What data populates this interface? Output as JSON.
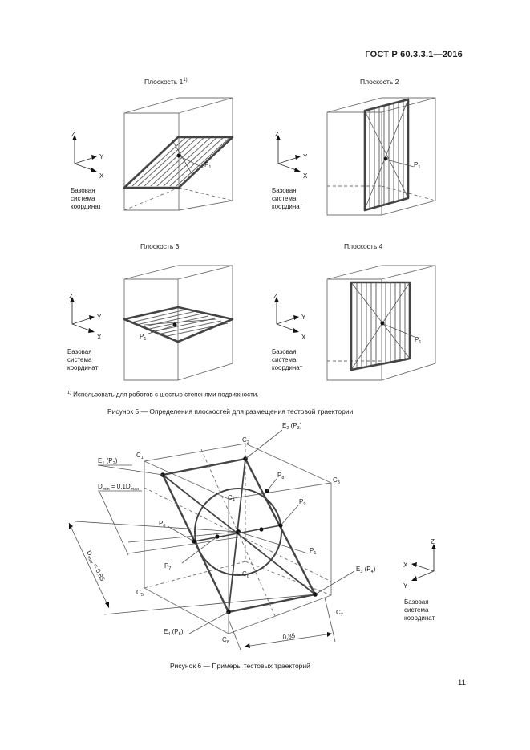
{
  "header": {
    "doc_code": "ГОСТ Р 60.3.3.1—2016"
  },
  "figure5": {
    "planes": [
      {
        "title": "Плоскость 1",
        "sup": "1)",
        "point": "P",
        "point_sub": "1"
      },
      {
        "title": "Плоскость 2",
        "sup": "",
        "point": "P",
        "point_sub": "1"
      },
      {
        "title": "Плоскость 3",
        "sup": "",
        "point": "P",
        "point_sub": "1"
      },
      {
        "title": "Плоскость 4",
        "sup": "",
        "point": "P",
        "point_sub": "1"
      }
    ],
    "axes": {
      "z": "Z",
      "y": "Y",
      "x": "X"
    },
    "coord_system": {
      "line1": "Базовая",
      "line2": "система",
      "line3": "координат"
    },
    "footnote_mark": "1)",
    "footnote_text": "Использовать для роботов с шестью степенями подвижности.",
    "caption": "Рисунок 5 — Определения плоскостей для размещения тестовой траектории"
  },
  "figure6": {
    "labels": {
      "c1": "C",
      "c1s": "1",
      "c2": "C",
      "c2s": "2",
      "c3": "C",
      "c3s": "3",
      "c4": "C",
      "c4s": "4",
      "c5": "C",
      "c5s": "5",
      "c6": "C",
      "c6s": "6",
      "c7": "C",
      "c7s": "7",
      "c8": "C",
      "c8s": "8",
      "e1": "E",
      "e1s": "1",
      "e1p": "(P",
      "e1ps": "2",
      "e1c": ")",
      "e2": "E",
      "e2s": "2",
      "e2p": "(P",
      "e2ps": "3",
      "e2c": ")",
      "e3": "E",
      "e3s": "3",
      "e3p": "(P",
      "e3ps": "4",
      "e3c": ")",
      "e4": "E",
      "e4s": "4",
      "e4p": "(P",
      "e4ps": "5",
      "e4c": ")",
      "p1": "P",
      "p1s": "1",
      "p6": "P",
      "p6s": "6",
      "p7": "P",
      "p7s": "7",
      "p8": "P",
      "p8s": "8",
      "p9": "P",
      "p9s": "9",
      "dmin": "D",
      "dmins": "min",
      "dmin_eq": " = 0,1D",
      "dmaxs": "max",
      "dmax": "D",
      "dmaxs2": "max",
      "dmax_eq": " = 0,85",
      "dim": "0,85"
    },
    "axes": {
      "z": "Z",
      "x": "X",
      "y": "Y"
    },
    "coord_system": {
      "line1": "Базовая",
      "line2": "система",
      "line3": "координат"
    },
    "caption": "Рисунок 6 — Примеры тестовых траекторий"
  },
  "page_number": "11"
}
